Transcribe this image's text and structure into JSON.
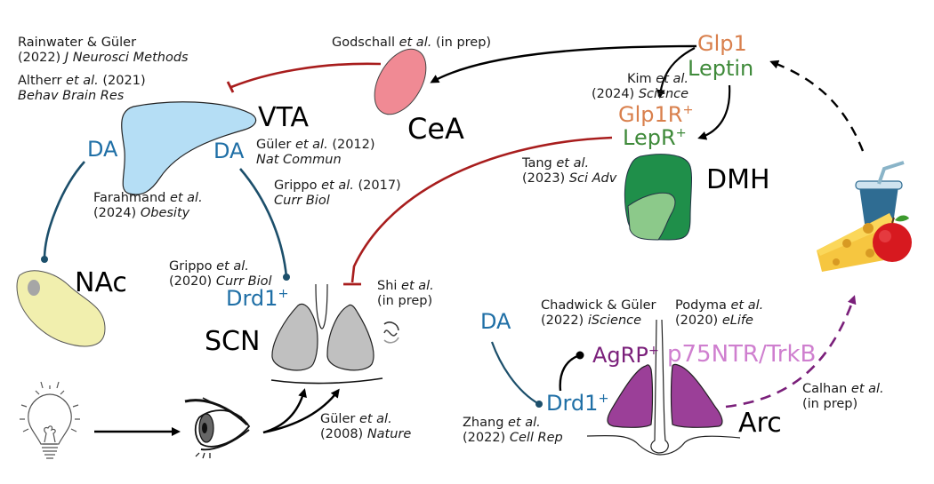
{
  "colors": {
    "inhibitory": "#a81d1d",
    "dopamine": "#1c4f6b",
    "excitatory": "#000000",
    "hormone_feedback": "#000000",
    "agrp_feedback": "#7a1f7a",
    "vta_fill": "#b5def5",
    "cea_fill": "#f08a94",
    "nac_fill": "#f1efae",
    "scn_fill": "#c0c0c0",
    "dmh_dark": "#1f8f4a",
    "dmh_light": "#8cc98a",
    "arc_fill": "#9b3f98"
  },
  "regions": {
    "vta": "VTA",
    "cea": "CeA",
    "nac": "NAc",
    "scn": "SCN",
    "dmh": "DMH",
    "arc": "Arc"
  },
  "signals": {
    "da_left": "DA",
    "da_right": "DA",
    "da_arc": "DA",
    "drd1_scn": "Drd1",
    "drd1_arc": "Drd1",
    "plus": "+",
    "glp1": "Glp1",
    "leptin": "Leptin",
    "glp1r": "Glp1R",
    "lepr": "LepR",
    "agrp": "AgRP",
    "p75": "p75NTR/TrkB"
  },
  "references": {
    "rainwater": {
      "line1": "Rainwater & Güler",
      "year": "(2022)",
      "journal": "J Neurosci Methods"
    },
    "altherr": {
      "author": "Altherr",
      "etal": "et al.",
      "year": "(2021)",
      "journal": "Behav Brain Res"
    },
    "godschall": {
      "author": "Godschall",
      "etal": "et al.",
      "year": "(in prep)"
    },
    "guler2012": {
      "author": "Güler",
      "etal": "et al.",
      "year": "(2012)",
      "journal": "Nat Commun"
    },
    "grippo2017": {
      "author": "Grippo",
      "etal": "et al.",
      "year": "(2017)",
      "journal": "Curr Biol"
    },
    "farahmand": {
      "author": "Farahmand",
      "etal": "et al.",
      "year": "(2024)",
      "journal": "Obesity"
    },
    "grippo2020": {
      "author": "Grippo",
      "etal": "et al.",
      "year": "(2020)",
      "journal": "Curr Biol"
    },
    "shi": {
      "author": "Shi",
      "etal": "et al.",
      "year": "(in prep)"
    },
    "kim": {
      "author": "Kim",
      "etal": "et al.",
      "year": "(2024)",
      "journal": "Science"
    },
    "tang": {
      "author": "Tang",
      "etal": "et al.",
      "year": "(2023)",
      "journal": "Sci Adv"
    },
    "guler2008": {
      "author": "Güler",
      "etal": "et al.",
      "year": "(2008)",
      "journal": "Nature"
    },
    "chadwick": {
      "line1": "Chadwick & Güler",
      "year": "(2022)",
      "journal": "iScience"
    },
    "podyma": {
      "author": "Podyma",
      "etal": "et al.",
      "year": "(2020)",
      "journal": "eLife"
    },
    "zhang": {
      "author": "Zhang",
      "etal": "et al.",
      "year": "(2022)",
      "journal": "Cell Rep"
    },
    "calhan": {
      "author": "Calhan",
      "etal": "et al.",
      "year": "(in prep)"
    }
  },
  "icons": {
    "light": "lightbulb-icon",
    "eye": "eye-icon",
    "food": "food-icon",
    "circadian": "circadian-cycle-icon"
  }
}
